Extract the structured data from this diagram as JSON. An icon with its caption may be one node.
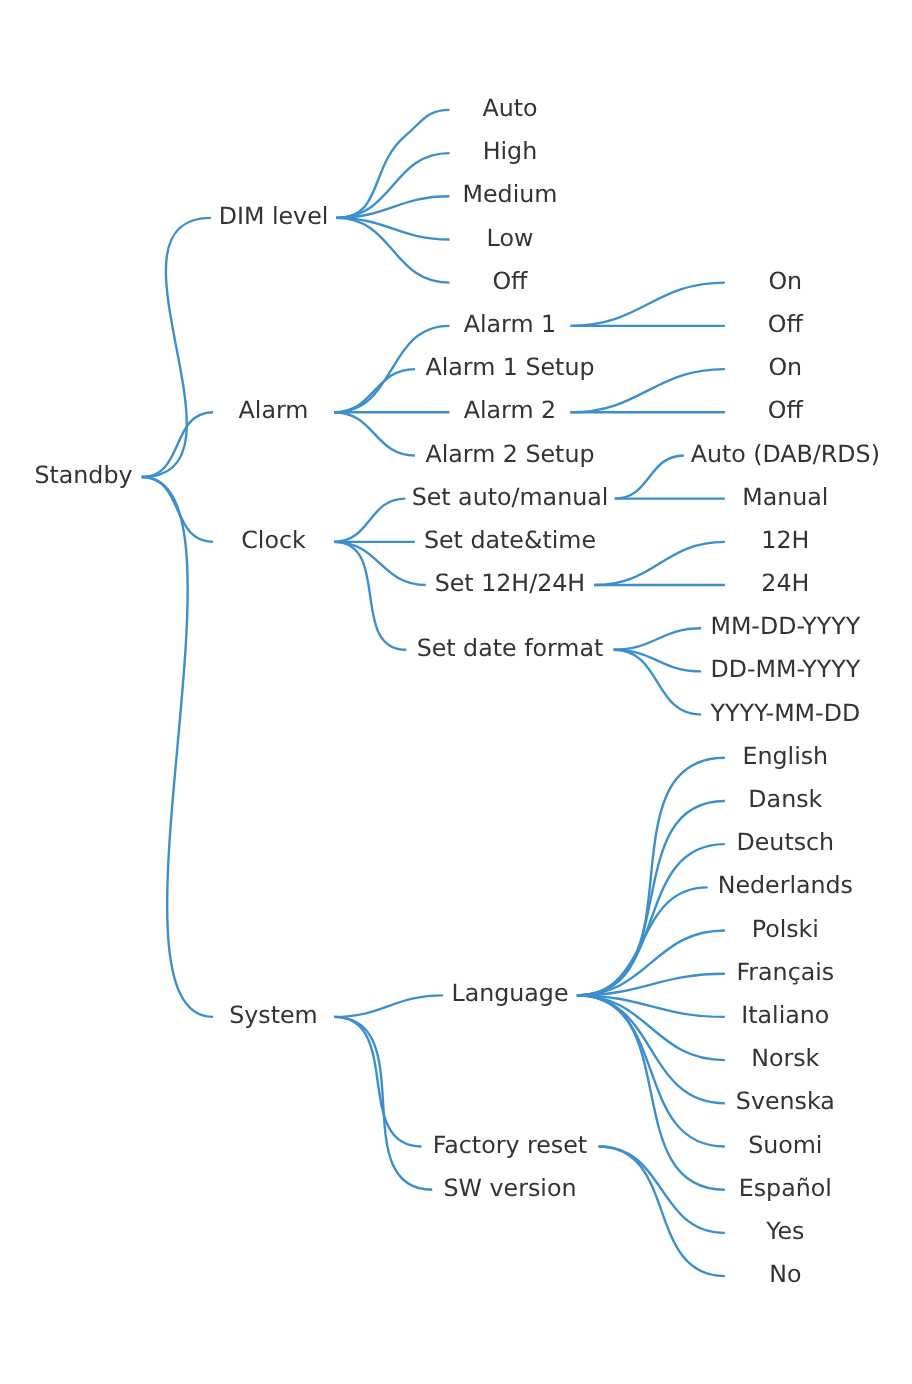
{
  "diagram": {
    "nodes": [
      {
        "text": [
          "Standby"
        ]
      },
      {
        "text": [
          "DIM level"
        ]
      },
      {
        "text": [
          "Auto"
        ]
      },
      {
        "text": [
          "High"
        ]
      },
      {
        "text": [
          "Medium"
        ]
      },
      {
        "text": [
          "Low"
        ]
      },
      {
        "text": [
          "Off"
        ]
      },
      {
        "text": [
          "Alarm"
        ]
      },
      {
        "text": [
          "Alarm 1"
        ]
      },
      {
        "text": [
          "On"
        ]
      },
      {
        "text": [
          "Off"
        ]
      },
      {
        "text": [
          "Alarm 1 Setup"
        ]
      },
      {
        "text": [
          "Alarm 2"
        ]
      },
      {
        "text": [
          "On"
        ]
      },
      {
        "text": [
          "Off"
        ]
      },
      {
        "text": [
          "Alarm 2 Setup"
        ]
      },
      {
        "text": [
          "Clock"
        ]
      },
      {
        "text": [
          "Set auto/manual"
        ]
      },
      {
        "text": [
          "Auto (DAB/RDS)"
        ]
      },
      {
        "text": [
          "Manual"
        ]
      },
      {
        "text": [
          "Set date&time"
        ]
      },
      {
        "text": [
          "Set 12H/24H"
        ]
      },
      {
        "text": [
          "12H"
        ]
      },
      {
        "text": [
          "24H"
        ]
      },
      {
        "text": [
          "Set date format"
        ]
      },
      {
        "text": [
          "MM-DD-YYYY"
        ]
      },
      {
        "text": [
          "DD-MM-YYYY"
        ]
      },
      {
        "text": [
          "YYYY-MM-DD"
        ]
      },
      {
        "text": [
          "System"
        ]
      },
      {
        "text": [
          "Language"
        ]
      },
      {
        "text": [
          "English"
        ]
      },
      {
        "text": [
          "Dansk"
        ]
      },
      {
        "text": [
          "Deutsch"
        ]
      },
      {
        "text": [
          "Nederlands"
        ]
      },
      {
        "text": [
          "Polski"
        ]
      },
      {
        "text": [
          "Français"
        ]
      },
      {
        "text": [
          "Italiano"
        ]
      },
      {
        "text": [
          "Norsk"
        ]
      },
      {
        "text": [
          "Svenska"
        ]
      },
      {
        "text": [
          "Suomi"
        ]
      },
      {
        "text": [
          "Español"
        ]
      },
      {
        "text": [
          "Factory reset"
        ]
      },
      {
        "text": [
          "Yes"
        ]
      },
      {
        "text": [
          "No"
        ]
      },
      {
        "text": [
          "SW version"
        ]
      }
    ],
    "edges": [
      {
        "from": 0,
        "to": 1,
        "arrow": "none"
      },
      {
        "from": 1,
        "to": 2,
        "arrow": "none"
      },
      {
        "from": 1,
        "to": 3,
        "arrow": "none"
      },
      {
        "from": 1,
        "to": 4,
        "arrow": "none"
      },
      {
        "from": 1,
        "to": 5,
        "arrow": "none"
      },
      {
        "from": 1,
        "to": 6,
        "arrow": "none"
      },
      {
        "from": 0,
        "to": 7,
        "arrow": "none"
      },
      {
        "from": 7,
        "to": 8,
        "arrow": "none"
      },
      {
        "from": 8,
        "to": 9,
        "arrow": "none"
      },
      {
        "from": 8,
        "to": 10,
        "arrow": "none"
      },
      {
        "from": 7,
        "to": 11,
        "arrow": "none"
      },
      {
        "from": 7,
        "to": 12,
        "arrow": "none"
      },
      {
        "from": 12,
        "to": 13,
        "arrow": "none"
      },
      {
        "from": 12,
        "to": 14,
        "arrow": "none"
      },
      {
        "from": 7,
        "to": 15,
        "arrow": "none"
      },
      {
        "from": 0,
        "to": 16,
        "arrow": "none"
      },
      {
        "from": 16,
        "to": 17,
        "arrow": "none"
      },
      {
        "from": 17,
        "to": 18,
        "arrow": "none"
      },
      {
        "from": 17,
        "to": 19,
        "arrow": "none"
      },
      {
        "from": 16,
        "to": 20,
        "arrow": "none"
      },
      {
        "from": 16,
        "to": 21,
        "arrow": "none"
      },
      {
        "from": 21,
        "to": 22,
        "arrow": "none"
      },
      {
        "from": 21,
        "to": 23,
        "arrow": "none"
      },
      {
        "from": 16,
        "to": 24,
        "arrow": "none"
      },
      {
        "from": 24,
        "to": 25,
        "arrow": "none"
      },
      {
        "from": 24,
        "to": 26,
        "arrow": "none"
      },
      {
        "from": 24,
        "to": 27,
        "arrow": "none"
      },
      {
        "from": 0,
        "to": 28,
        "arrow": "none"
      },
      {
        "from": 28,
        "to": 29,
        "arrow": "none"
      },
      {
        "from": 29,
        "to": 30,
        "arrow": "none"
      },
      {
        "from": 29,
        "to": 31,
        "arrow": "none"
      },
      {
        "from": 29,
        "to": 32,
        "arrow": "none"
      },
      {
        "from": 29,
        "to": 33,
        "arrow": "none"
      },
      {
        "from": 29,
        "to": 34,
        "arrow": "none"
      },
      {
        "from": 29,
        "to": 35,
        "arrow": "none"
      },
      {
        "from": 29,
        "to": 36,
        "arrow": "none"
      },
      {
        "from": 29,
        "to": 37,
        "arrow": "none"
      },
      {
        "from": 29,
        "to": 38,
        "arrow": "none"
      },
      {
        "from": 29,
        "to": 39,
        "arrow": "none"
      },
      {
        "from": 29,
        "to": 40,
        "arrow": "none"
      },
      {
        "from": 28,
        "to": 41,
        "arrow": "none"
      },
      {
        "from": 41,
        "to": 42,
        "arrow": "none"
      },
      {
        "from": 41,
        "to": 43,
        "arrow": "none"
      },
      {
        "from": 28,
        "to": 44,
        "arrow": "none"
      }
    ]
  }
}
